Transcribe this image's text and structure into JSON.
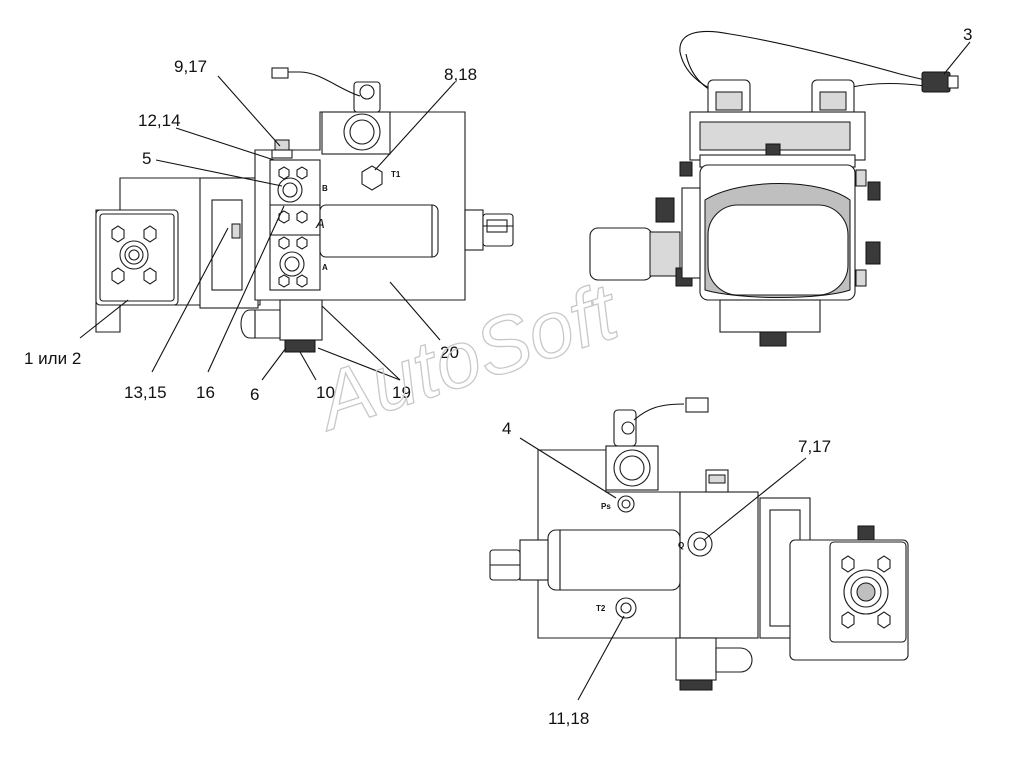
{
  "callouts": {
    "c_9_17": "9,17",
    "c_8_18": "8,18",
    "c_12_14": "12,14",
    "c_5": "5",
    "c_1_ili_2": "1 или 2",
    "c_13_15": "13,15",
    "c_16": "16",
    "c_6": "6",
    "c_10": "10",
    "c_19": "19",
    "c_20": "20",
    "c_3": "3",
    "c_4": "4",
    "c_7_17": "7,17",
    "c_11_18": "11,18"
  },
  "ports": {
    "t1": "T1",
    "b": "B",
    "a_italic": "A",
    "a": "A",
    "ps": "Ps",
    "t2": "T2",
    "q": "Q"
  },
  "watermark": "AutoSoft",
  "colors": {
    "line": "#111111",
    "watermark": "#c8c8c8"
  }
}
